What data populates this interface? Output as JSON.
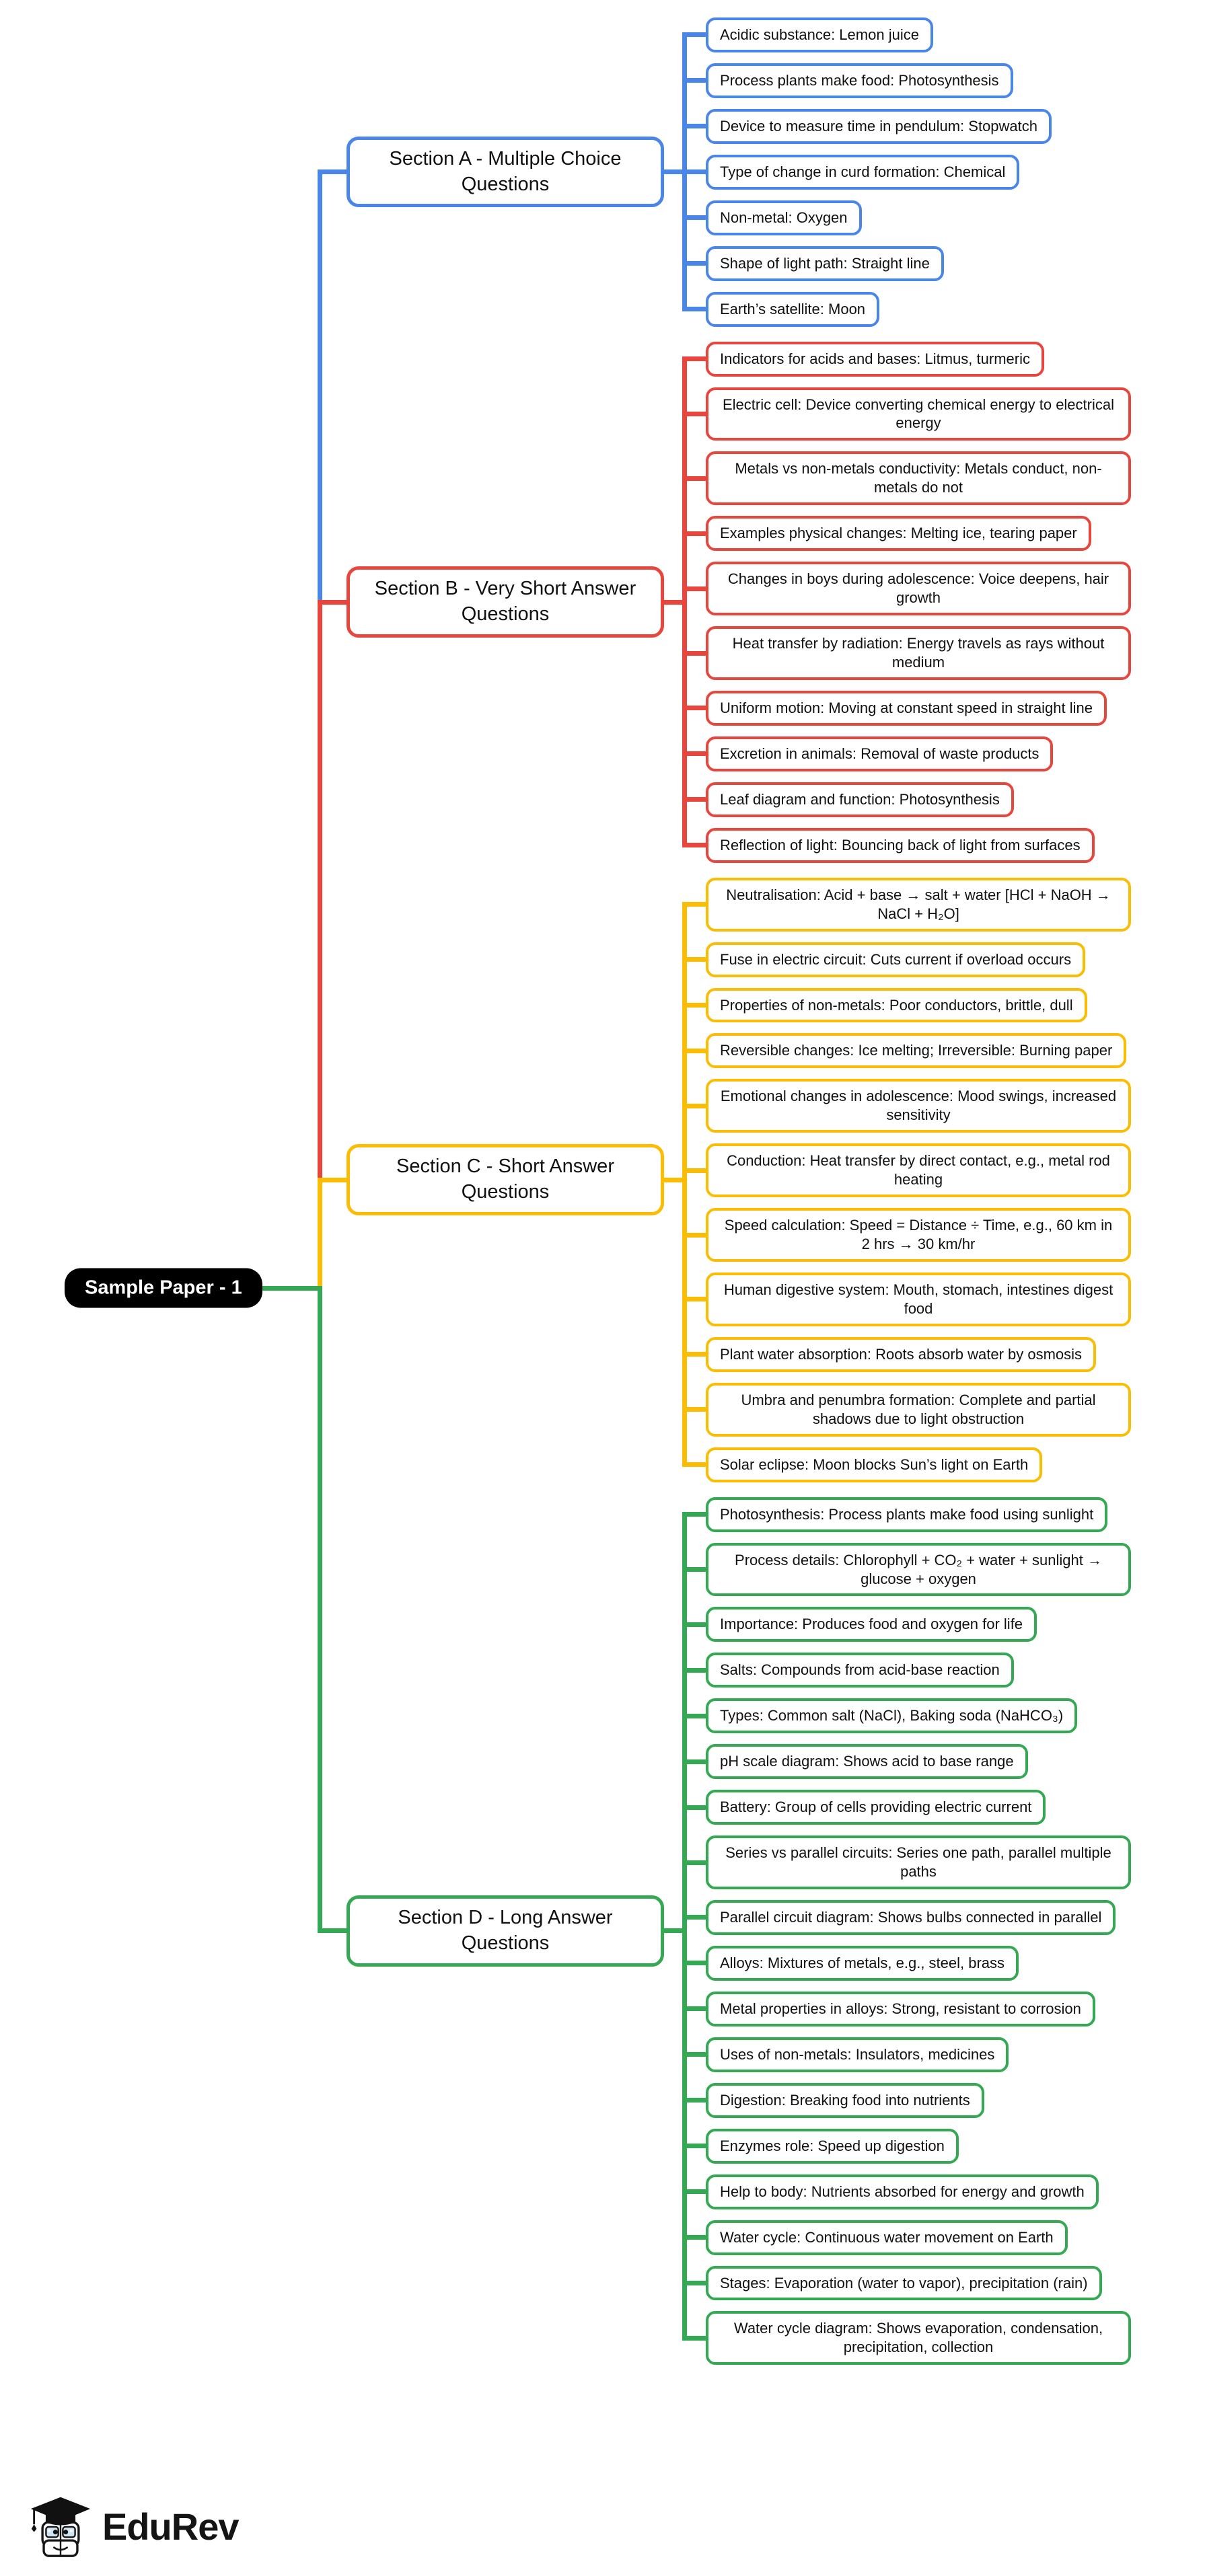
{
  "root": {
    "label": "Sample Paper - 1",
    "color": "#000000",
    "text_color": "#ffffff"
  },
  "branding": {
    "name": "EduRev"
  },
  "sections": [
    {
      "label": "Section A - Multiple Choice Questions",
      "color": "#4a86e8",
      "children": [
        "Acidic substance: Lemon juice",
        "Process plants make food: Photosynthesis",
        "Device to measure time in pendulum: Stopwatch",
        "Type of change in curd formation: Chemical",
        "Non-metal: Oxygen",
        "Shape of light path: Straight line",
        "Earth’s satellite: Moon"
      ]
    },
    {
      "label": "Section B - Very Short Answer Questions",
      "color": "#e8463d",
      "children": [
        "Indicators for acids and bases: Litmus, turmeric",
        "Electric cell: Device converting chemical energy to electrical energy",
        "Metals vs non-metals conductivity: Metals conduct, non-metals do not",
        "Examples physical changes: Melting ice, tearing paper",
        "Changes in boys during adolescence: Voice deepens, hair growth",
        "Heat transfer by radiation: Energy travels as rays without medium",
        "Uniform motion: Moving at constant speed in straight line",
        "Excretion in animals: Removal of waste products",
        "Leaf diagram and function: Photosynthesis",
        "Reflection of light: Bouncing back of light from surfaces"
      ]
    },
    {
      "label": "Section C - Short Answer Questions",
      "color": "#fbbc04",
      "children": [
        "Neutralisation: Acid + base → salt + water [HCl + NaOH → NaCl + H₂O]",
        "Fuse in electric circuit: Cuts current if overload occurs",
        "Properties of non-metals: Poor conductors, brittle, dull",
        "Reversible changes: Ice melting; Irreversible: Burning paper",
        "Emotional changes in adolescence: Mood swings, increased sensitivity",
        "Conduction: Heat transfer by direct contact, e.g., metal rod heating",
        "Speed calculation: Speed = Distance ÷ Time, e.g., 60 km in 2 hrs → 30 km/hr",
        "Human digestive system: Mouth, stomach, intestines digest food",
        "Plant water absorption: Roots absorb water by osmosis",
        "Umbra and penumbra formation: Complete and partial shadows due to light obstruction",
        "Solar eclipse: Moon blocks Sun’s light on Earth"
      ]
    },
    {
      "label": "Section D - Long Answer Questions",
      "color": "#34a853",
      "children": [
        "Photosynthesis: Process plants make food using sunlight",
        "Process details: Chlorophyll + CO₂ + water + sunlight → glucose + oxygen",
        "Importance: Produces food and oxygen for life",
        "Salts: Compounds from acid-base reaction",
        "Types: Common salt (NaCl), Baking soda (NaHCO₃)",
        "pH scale diagram: Shows acid to base range",
        "Battery: Group of cells providing electric current",
        "Series vs parallel circuits: Series one path, parallel multiple paths",
        "Parallel circuit diagram: Shows bulbs connected in parallel",
        "Alloys: Mixtures of metals, e.g., steel, brass",
        "Metal properties in alloys: Strong, resistant to corrosion",
        "Uses of non-metals: Insulators, medicines",
        "Digestion: Breaking food into nutrients",
        "Enzymes role: Speed up digestion",
        "Help to body: Nutrients absorbed for energy and growth",
        "Water cycle: Continuous water movement on Earth",
        "Stages: Evaporation (water to vapor), precipitation (rain)",
        "Water cycle diagram: Shows evaporation, condensation, precipitation, collection"
      ]
    }
  ]
}
